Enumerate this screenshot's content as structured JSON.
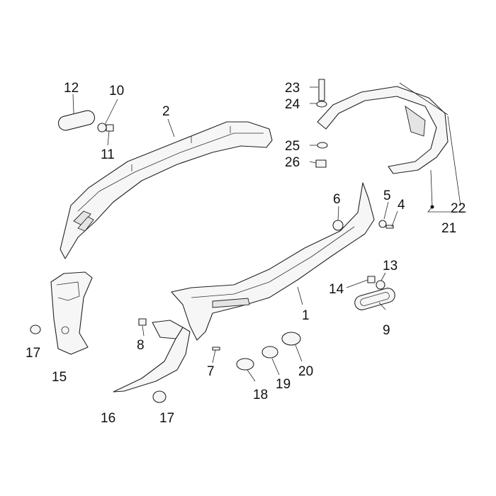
{
  "diagram": {
    "callouts": [
      {
        "id": "c1",
        "text": "1"
      },
      {
        "id": "c2",
        "text": "2"
      },
      {
        "id": "c4",
        "text": "4"
      },
      {
        "id": "c5",
        "text": "5"
      },
      {
        "id": "c6",
        "text": "6"
      },
      {
        "id": "c7",
        "text": "7"
      },
      {
        "id": "c8",
        "text": "8"
      },
      {
        "id": "c9",
        "text": "9"
      },
      {
        "id": "c10",
        "text": "10"
      },
      {
        "id": "c11",
        "text": "11"
      },
      {
        "id": "c12",
        "text": "12"
      },
      {
        "id": "c13",
        "text": "13"
      },
      {
        "id": "c14",
        "text": "14"
      },
      {
        "id": "c15",
        "text": "15"
      },
      {
        "id": "c16",
        "text": "16"
      },
      {
        "id": "c17a",
        "text": "17"
      },
      {
        "id": "c17b",
        "text": "17"
      },
      {
        "id": "c18",
        "text": "18"
      },
      {
        "id": "c19",
        "text": "19"
      },
      {
        "id": "c20",
        "text": "20"
      },
      {
        "id": "c21",
        "text": "21"
      },
      {
        "id": "c22",
        "text": "22"
      },
      {
        "id": "c23",
        "text": "23"
      },
      {
        "id": "c24",
        "text": "24"
      },
      {
        "id": "c25",
        "text": "25"
      },
      {
        "id": "c26",
        "text": "26"
      }
    ]
  }
}
